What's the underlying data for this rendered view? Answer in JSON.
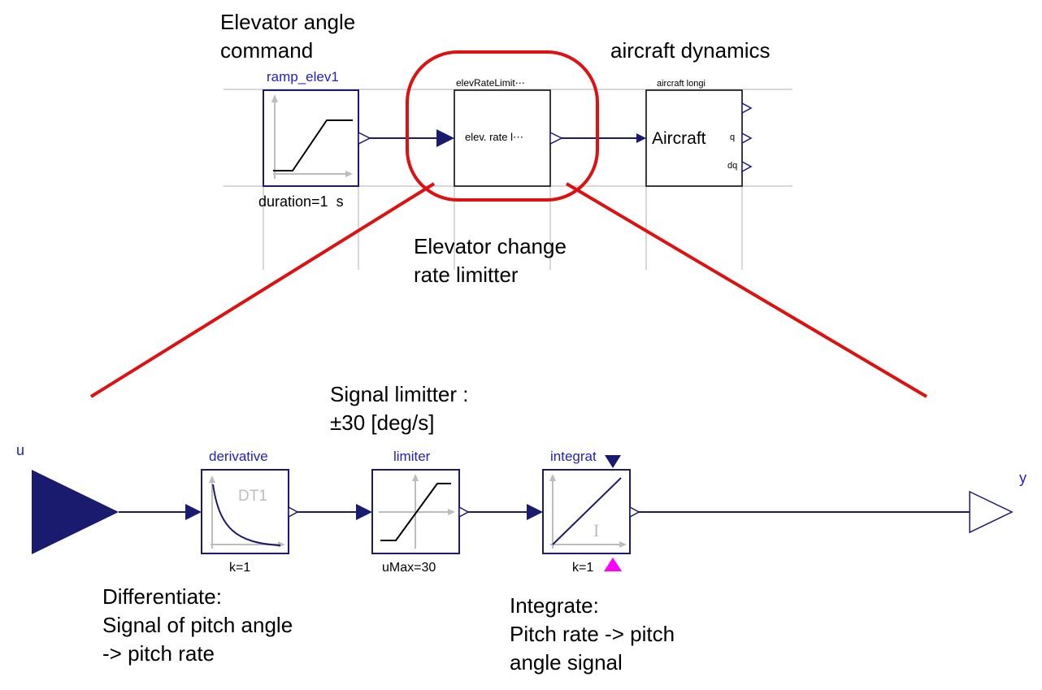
{
  "top": {
    "annotations": {
      "command": "Elevator angle\ncommand",
      "dynamics": "aircraft dynamics",
      "limiter": "Elevator change\nrate limitter"
    },
    "ramp": {
      "name": "ramp_elev1",
      "param": "duration=1  s"
    },
    "rate_limiter": {
      "name": "elevRateLimit⋯",
      "inner": "elev. rate l⋯"
    },
    "aircraft": {
      "name": "aircraft longi",
      "inner": "Aircraft",
      "port_q": "q",
      "port_dq": "dq"
    }
  },
  "bottom": {
    "input_label": "u",
    "output_label": "y",
    "derivative": {
      "name": "derivative",
      "inner": "DT1",
      "param": "k=1"
    },
    "limiter": {
      "name": "limiter",
      "param": "uMax=30"
    },
    "integrator": {
      "name": "integrat",
      "inner": "I",
      "param": "k=1"
    },
    "annotations": {
      "signal_limiter": "Signal limitter :\n±30 [deg/s]",
      "differentiate": "Differentiate:\nSignal of pitch angle\n-> pitch rate",
      "integrate": "Integrate:\nPitch rate -> pitch\nangle signal"
    }
  },
  "colors": {
    "block_border": "#1a1a6e",
    "wire": "#1a1a6e",
    "highlight": "#e01010",
    "grid": "#d8d8d8",
    "magenta_port": "#ff00ff"
  }
}
